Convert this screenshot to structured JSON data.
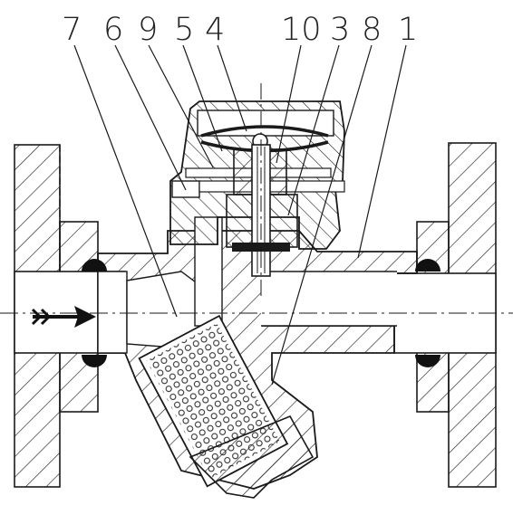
{
  "callouts": [
    {
      "id": "p7",
      "text": "7"
    },
    {
      "id": "p6",
      "text": "6"
    },
    {
      "id": "p9",
      "text": "9"
    },
    {
      "id": "p5",
      "text": "5"
    },
    {
      "id": "p4",
      "text": "4"
    },
    {
      "id": "p10",
      "text": "10"
    },
    {
      "id": "p3",
      "text": "3"
    },
    {
      "id": "p8",
      "text": "8"
    },
    {
      "id": "p1",
      "text": "1"
    }
  ],
  "colors": {
    "line": "#1a1a1a",
    "background": "#ffffff",
    "hatch": "#222222"
  },
  "icons": {
    "flow": "flow-direction-arrow-icon"
  }
}
